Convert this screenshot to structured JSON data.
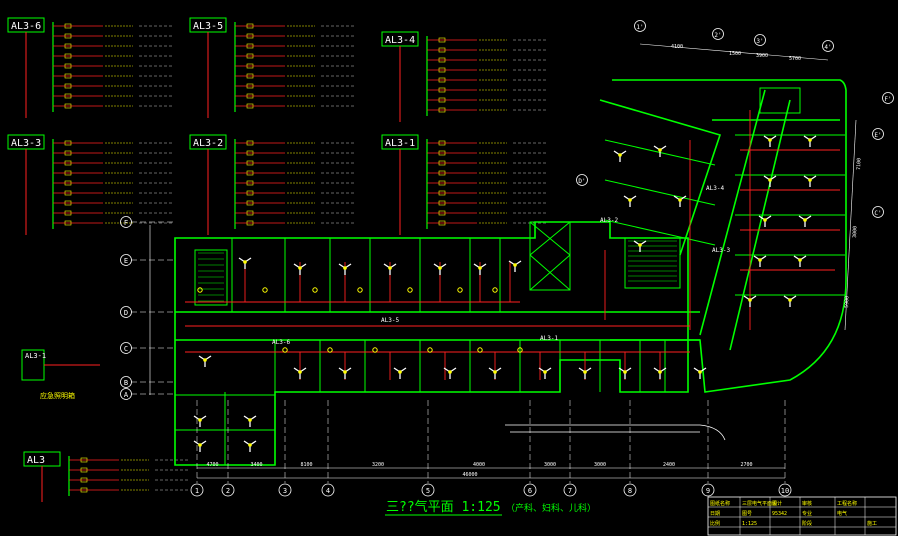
{
  "drawing": {
    "title": "三??气平面 1:125",
    "subtitle": "（产科、妇科、儿科）",
    "colors": {
      "background": "#000000",
      "wall": "#00ff00",
      "circuit": "#ff2020",
      "text": "#ffff00",
      "cyan": "#00ffff",
      "white": "#ffffff"
    }
  },
  "panels": [
    {
      "label": "AL3-6"
    },
    {
      "label": "AL3-5"
    },
    {
      "label": "AL3-4"
    },
    {
      "label": "AL3-3"
    },
    {
      "label": "AL3-2"
    },
    {
      "label": "AL3-1"
    },
    {
      "label": "AL3"
    }
  ],
  "plan_tags": [
    "AL3-5",
    "AL3-6",
    "AL3-4",
    "AL3-1",
    "AL3-2",
    "AL3-3"
  ],
  "side_box": {
    "label": "AL3-1",
    "caption": "应急照明箱"
  },
  "grid": {
    "bottom_axes": [
      "1",
      "2",
      "3",
      "4",
      "5",
      "6",
      "7",
      "8",
      "9",
      "10"
    ],
    "left_axes": [
      "F",
      "E",
      "D",
      "C",
      "B",
      "A"
    ],
    "top_axes": [
      "1'",
      "2'",
      "3'",
      "4'"
    ],
    "right_axes": [
      "F'",
      "E'",
      "D'",
      "C'"
    ],
    "top_dims": [
      "4100",
      "1500",
      "3900",
      "5700"
    ],
    "right_dims": [
      "7100",
      "3000",
      "5900"
    ],
    "bottom_dims": [
      "4700",
      "3400",
      "8100",
      "3200",
      "4000",
      "3000",
      "3000",
      "2400",
      "2700"
    ],
    "total_dim": "46000"
  },
  "title_block": {
    "cells": [
      "图纸名称",
      "三层电气平面图",
      "设计",
      "审核",
      "工程名称",
      "日期",
      "图号",
      "95342",
      "专业",
      "电气",
      "比例",
      "1:125",
      "阶段",
      "施工"
    ]
  }
}
